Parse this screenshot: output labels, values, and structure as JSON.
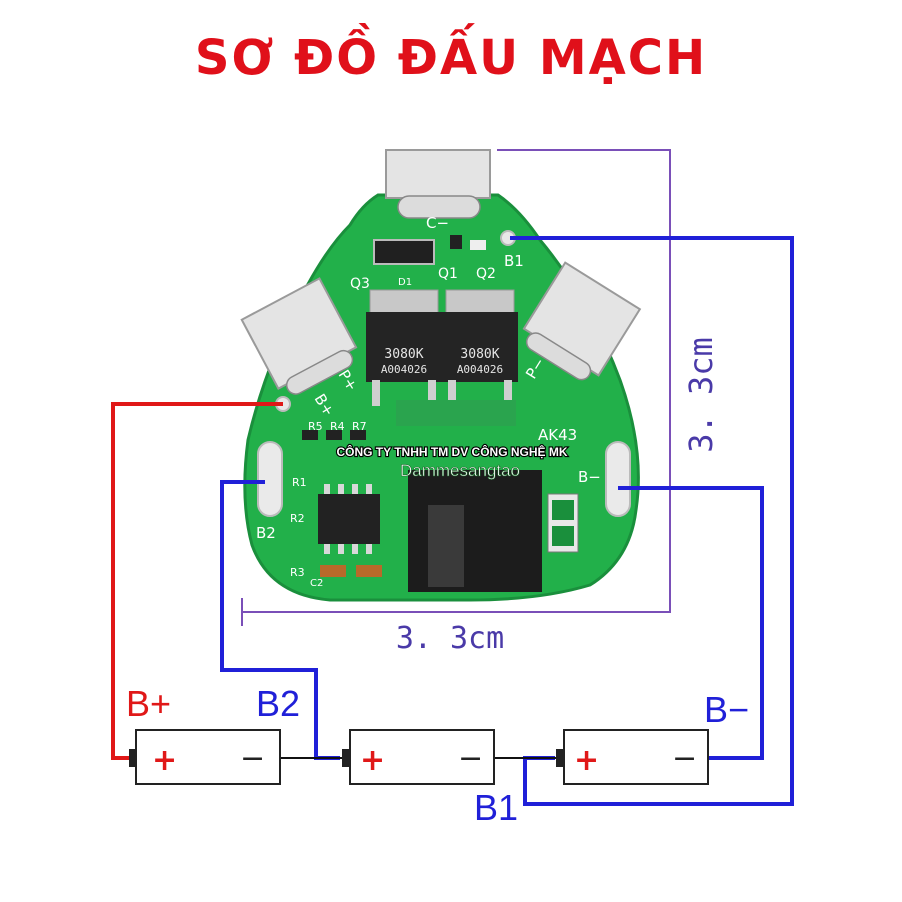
{
  "title": "SƠ ĐỒ ĐẤU MẠCH",
  "colors": {
    "title": "#e0101a",
    "red_wire": "#e01818",
    "blue_wire": "#2020d8",
    "dimension": "#7a4fb8",
    "pcb": "#22b04a",
    "pcb_dark": "#1a8f3c"
  },
  "board": {
    "pad_c_minus": "C−",
    "pad_b1": "B1",
    "pad_p_plus": "P+",
    "pad_b_plus": "B+",
    "pad_p_minus": "P−",
    "pad_b2": "B2",
    "pad_b_minus": "B−",
    "model": "AK43",
    "q3": "Q3",
    "q1": "Q1",
    "q2": "Q2",
    "d1": "D1",
    "r5": "R5",
    "r4": "R4",
    "r7": "R7",
    "r1": "R1",
    "r2": "R2",
    "r3": "R3",
    "c2": "C2",
    "mosfet_left_line1": "3080K",
    "mosfet_left_line2": "A004026",
    "mosfet_right_line1": "3080K",
    "mosfet_right_line2": "A004026"
  },
  "watermark": {
    "company": "CÔNG TY TNHH TM DV CÔNG NGHỆ MK",
    "site": "Dammesangtao"
  },
  "dimensions": {
    "height": "3. 3cm",
    "width": "3. 3cm"
  },
  "labels": {
    "b_plus": "B+",
    "b2": "B2",
    "b_minus": "B−",
    "b1": "B1"
  },
  "cells": [
    {
      "plus": "+",
      "minus": "−"
    },
    {
      "plus": "+",
      "minus": "−"
    },
    {
      "plus": "+",
      "minus": "−"
    }
  ]
}
